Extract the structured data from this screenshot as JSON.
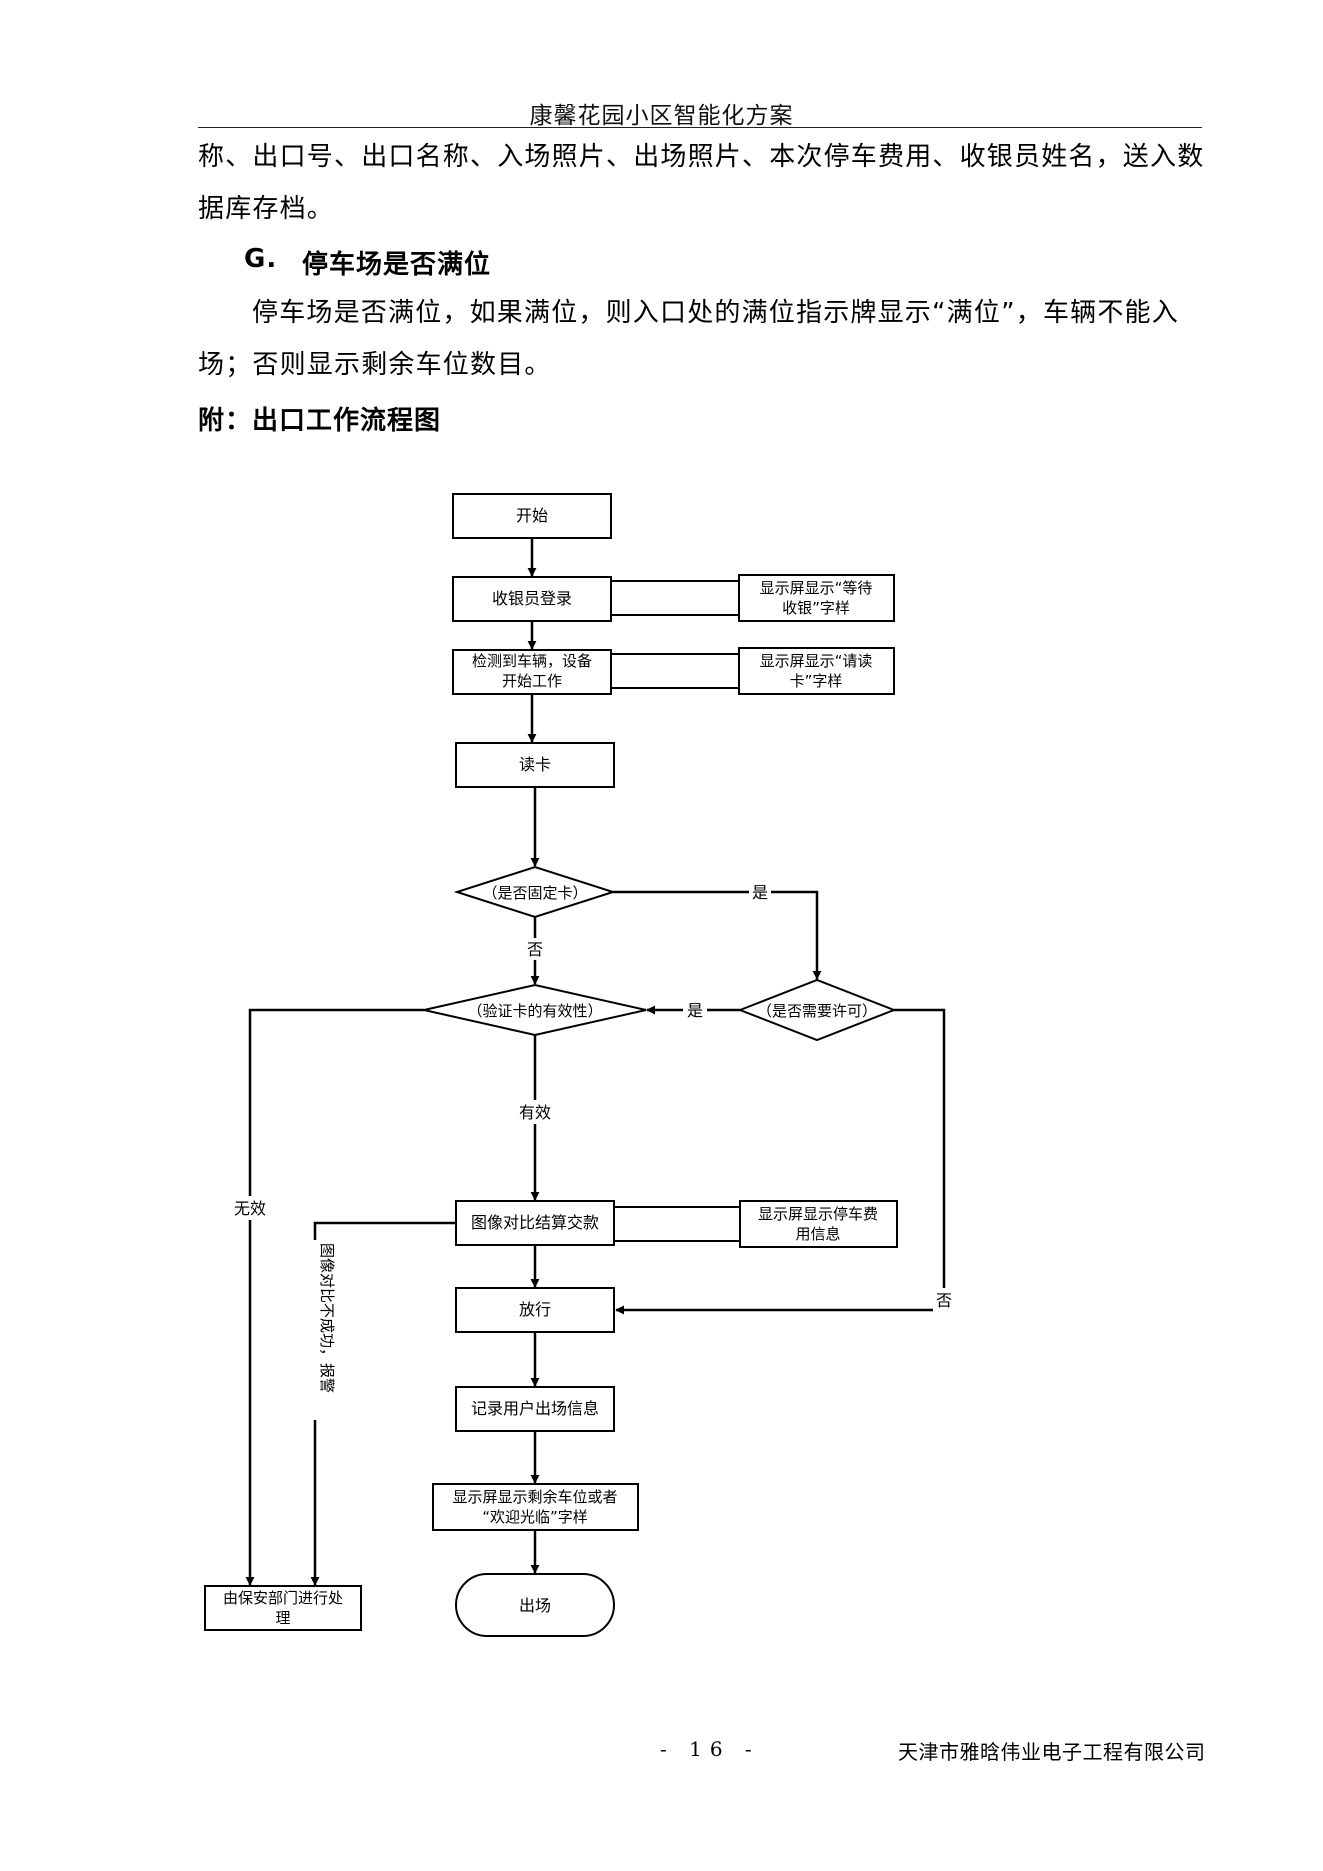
{
  "header": {
    "title": "康馨花园小区智能化方案"
  },
  "body": {
    "para1_line1": "称、出口号、出口名称、入场照片、出场照片、本次停车费用、收银员姓名，送入数",
    "para1_line2": "据库存档。",
    "section_g_marker": "G.",
    "section_g_title": "停车场是否满位",
    "para2_line1": "停车场是否满位，如果满位，则入口处的满位指示牌显示“满位”，车辆不能入",
    "para2_line2": "场；否则显示剩余车位数目。",
    "appendix_title": "附：出口工作流程图"
  },
  "flowchart": {
    "start": "开始",
    "cashier_login": "收银员登录",
    "display_wait_1": "显示屏显示“等待",
    "display_wait_2": "收银”字样",
    "detect_vehicle_1": "检测到车辆，设备",
    "detect_vehicle_2": "开始工作",
    "display_read_1": "显示屏显示“请读",
    "display_read_2": "卡”字样",
    "read_card": "读卡",
    "is_fixed_card": "（是否固定卡）",
    "yes_fixed": "是",
    "no_fixed": "否",
    "verify_card": "（验证卡的有效性）",
    "need_permit": "（是否需要许可）",
    "yes_permit": "是",
    "no_permit": "否",
    "valid": "有效",
    "invalid": "无效",
    "image_compare": "图像对比结算交款",
    "display_fee_1": "显示屏显示停车费",
    "display_fee_2": "用信息",
    "compare_fail": "图像对比不成功，报警",
    "release": "放行",
    "record_exit": "记录用户出场信息",
    "display_remaining_1": "显示屏显示剩余车位或者",
    "display_remaining_2": "“欢迎光临”字样",
    "exit": "出场",
    "security_1": "由保安部门进行处",
    "security_2": "理"
  },
  "footer": {
    "page_number": "- 16 -",
    "company": "天津市雅晗伟业电子工程有限公司"
  }
}
